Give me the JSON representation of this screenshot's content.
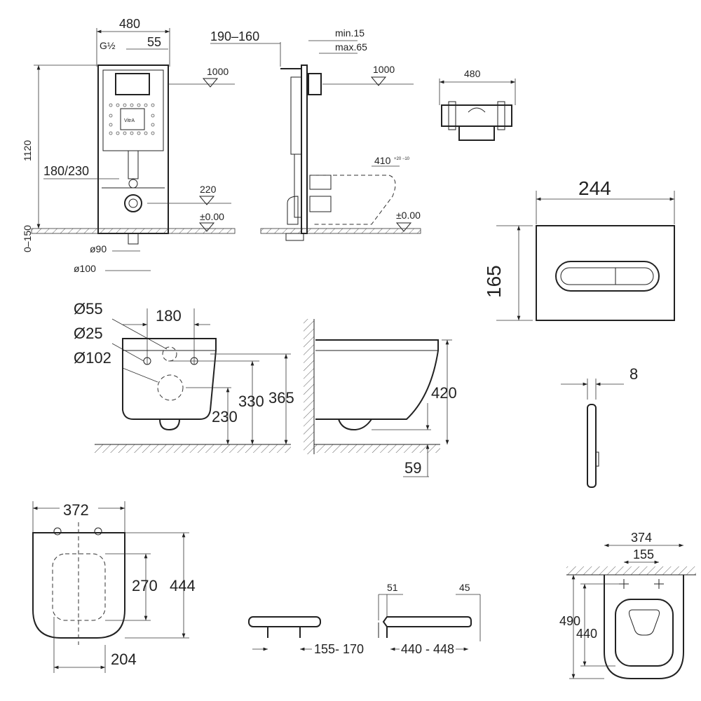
{
  "frame_front": {
    "width": "480",
    "inlet": "G½",
    "offset": "55",
    "height": "1120",
    "axis": "180/230",
    "adjust": "0–150",
    "d90": "ø90",
    "d100": "ø100",
    "level_1000": "1000",
    "level_220": "220",
    "level_0": "±0.00",
    "logo": "VitrA"
  },
  "frame_side": {
    "depth": "190–160",
    "min": "min.15",
    "max": "max.65",
    "level_1000": "1000",
    "level_410": "410",
    "tol": "+20 −10",
    "level_0": "±0.00"
  },
  "frame_top": {
    "width": "480"
  },
  "flush_plate": {
    "width": "244",
    "height": "165",
    "thickness": "8"
  },
  "bowl_front": {
    "d55": "Ø55",
    "spacing": "180",
    "d25": "Ø25",
    "d102": "Ø102",
    "h330": "330",
    "h365": "365",
    "h230": "230"
  },
  "bowl_side": {
    "h420": "420",
    "h59": "59"
  },
  "seat_top": {
    "width": "372",
    "h270": "270",
    "length": "444",
    "w204": "204"
  },
  "seat_side": {
    "range1": "155- 170",
    "d51": "51",
    "d45": "45",
    "range2": "440 - 448"
  },
  "bowl_top": {
    "width": "374",
    "holes": "155",
    "l490": "490",
    "l440": "440"
  }
}
